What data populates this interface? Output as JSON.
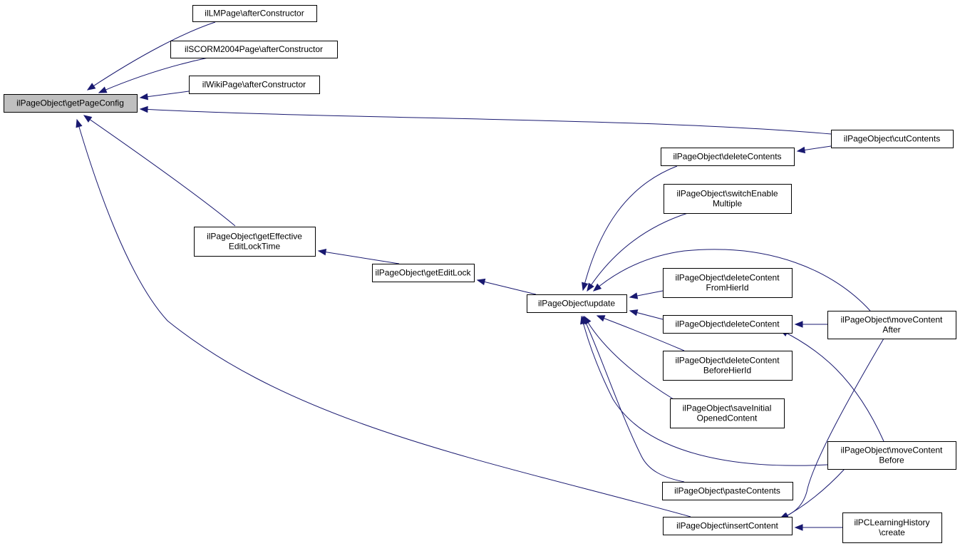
{
  "nodes": {
    "root": {
      "lines": [
        "ilPageObject\\getPageConfig"
      ]
    },
    "lm_after": {
      "lines": [
        "ilLMPage\\afterConstructor"
      ]
    },
    "scorm_after": {
      "lines": [
        "ilSCORM2004Page\\afterConstructor"
      ]
    },
    "wiki_after": {
      "lines": [
        "ilWikiPage\\afterConstructor"
      ]
    },
    "cut_contents": {
      "lines": [
        "ilPageObject\\cutContents"
      ]
    },
    "get_effective": {
      "lines": [
        "ilPageObject\\getEffective",
        "EditLockTime"
      ]
    },
    "get_edit_lock": {
      "lines": [
        "ilPageObject\\getEditLock"
      ]
    },
    "update": {
      "lines": [
        "ilPageObject\\update"
      ]
    },
    "delete_contents": {
      "lines": [
        "ilPageObject\\deleteContents"
      ]
    },
    "switch_enable": {
      "lines": [
        "ilPageObject\\switchEnable",
        "Multiple"
      ]
    },
    "delete_from_hier": {
      "lines": [
        "ilPageObject\\deleteContent",
        "FromHierId"
      ]
    },
    "delete_content": {
      "lines": [
        "ilPageObject\\deleteContent"
      ]
    },
    "delete_before_hier": {
      "lines": [
        "ilPageObject\\deleteContent",
        "BeforeHierId"
      ]
    },
    "save_initial": {
      "lines": [
        "ilPageObject\\saveInitial",
        "OpenedContent"
      ]
    },
    "paste_contents": {
      "lines": [
        "ilPageObject\\pasteContents"
      ]
    },
    "insert_content": {
      "lines": [
        "ilPageObject\\insertContent"
      ]
    },
    "move_after": {
      "lines": [
        "ilPageObject\\moveContent",
        "After"
      ]
    },
    "move_before": {
      "lines": [
        "ilPageObject\\moveContent",
        "Before"
      ]
    },
    "pc_learning": {
      "lines": [
        "ilPCLearningHistory",
        "\\create"
      ]
    }
  },
  "edges": [
    {
      "from": "lm_after",
      "to": "root"
    },
    {
      "from": "scorm_after",
      "to": "root"
    },
    {
      "from": "wiki_after",
      "to": "root"
    },
    {
      "from": "cut_contents",
      "to": "root"
    },
    {
      "from": "get_effective",
      "to": "root"
    },
    {
      "from": "insert_content",
      "to": "root"
    },
    {
      "from": "cut_contents",
      "to": "delete_contents"
    },
    {
      "from": "get_edit_lock",
      "to": "get_effective"
    },
    {
      "from": "update",
      "to": "get_edit_lock"
    },
    {
      "from": "delete_contents",
      "to": "update"
    },
    {
      "from": "switch_enable",
      "to": "update"
    },
    {
      "from": "move_after",
      "to": "update"
    },
    {
      "from": "delete_from_hier",
      "to": "update"
    },
    {
      "from": "delete_content",
      "to": "update"
    },
    {
      "from": "delete_before_hier",
      "to": "update"
    },
    {
      "from": "save_initial",
      "to": "update"
    },
    {
      "from": "move_before",
      "to": "update"
    },
    {
      "from": "paste_contents",
      "to": "update"
    },
    {
      "from": "move_after",
      "to": "delete_content"
    },
    {
      "from": "move_before",
      "to": "delete_content"
    },
    {
      "from": "move_after",
      "to": "insert_content"
    },
    {
      "from": "move_before",
      "to": "insert_content"
    },
    {
      "from": "pc_learning",
      "to": "insert_content"
    }
  ],
  "colors": {
    "edge": "#191970",
    "root_fill": "#bfbfbf",
    "node_fill": "#ffffff",
    "node_border": "#000000"
  }
}
